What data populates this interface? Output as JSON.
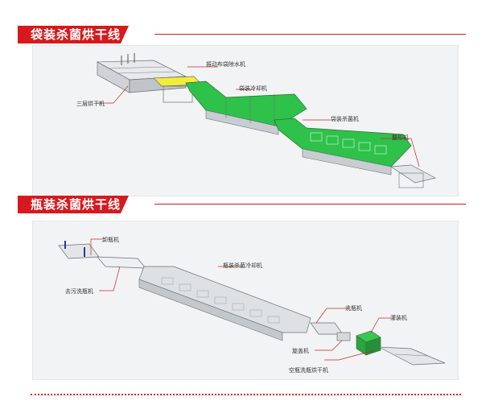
{
  "bag_line": {
    "title": "袋装杀菌烘干线",
    "labels": {
      "dryer": "三层烘干机",
      "vibration_remover": "振动布袋除水机",
      "cooling": "袋装冷却机",
      "sterilizer": "袋装杀菌机",
      "shaper": "整形机"
    }
  },
  "bottle_line": {
    "title": "瓶装杀菌烘干线",
    "labels": {
      "bottle_unloader": "卸瓶机",
      "dirt_washer": "去污洗瓶机",
      "sterilize_cool": "瓶装杀菌冷却机",
      "bottle_washer": "洗瓶机",
      "filler": "灌装机",
      "capper": "旋盖机",
      "air_dryer": "空瓶洗瓶烘干机"
    }
  },
  "colors": {
    "accent": "#d7191d",
    "green": "#2ec24a",
    "yellow": "#f0ee3a"
  }
}
